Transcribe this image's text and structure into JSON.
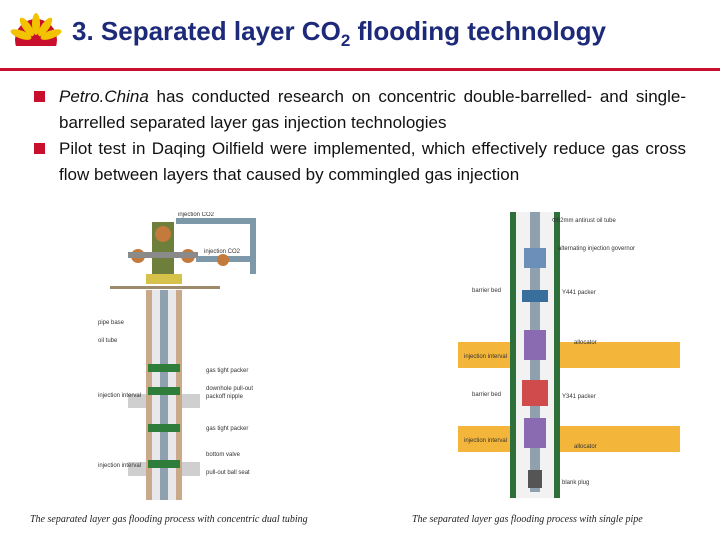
{
  "slide": {
    "title_main": "3. Separated layer CO",
    "title_sub": "2",
    "title_end": " flooding technology",
    "accent_color": "#c8102e",
    "title_color": "#1d2a7a",
    "logo_icon": "petrochina-logo-icon"
  },
  "bullets": [
    {
      "emphasis": "Petro.China",
      "text": " has conducted research on concentric double-barrelled- and single-barrelled separated layer gas injection technologies"
    },
    {
      "emphasis": "",
      "text": "Pilot test in Daqing Oilfield were implemented, which effectively reduce gas cross flow between layers that caused by commingled gas injection"
    }
  ],
  "figure_left": {
    "caption": "The separated layer gas flooding process with concentric dual tubing",
    "labels": {
      "injection_co2": "injection CO2",
      "injection_co2_lower": "injection CO2",
      "pipe_base": "pipe base",
      "oil_tube": "oil tube",
      "gas_tight_packer": "gas tight packer",
      "downhole_pullout": "downhole pull-out",
      "packoff_nipple": "packoff nipple",
      "injection_interval_1": "injection interval",
      "gas_tight_packer_2": "gas tight packer",
      "bottom_valve": "bottom valve",
      "pullout_ball_seat": "pull-out ball seat",
      "injection_interval_2": "injection interval"
    }
  },
  "figure_right": {
    "caption": "The separated layer gas flooding process with single pipe",
    "labels": {
      "antirust_tube": "Φ62mm antirust oil tube",
      "alternating_governor": "alternating injection governor",
      "barrier_bed_1": "barrier bed",
      "y441_packer": "Y441 packer",
      "injection_interval_1": "injection interval",
      "allocator_1": "allocator",
      "barrier_bed_2": "barrier bed",
      "y341_packer": "Y341 packer",
      "injection_interval_2": "injection interval",
      "allocator_2": "allocator",
      "blank_plug": "blank plug"
    }
  }
}
